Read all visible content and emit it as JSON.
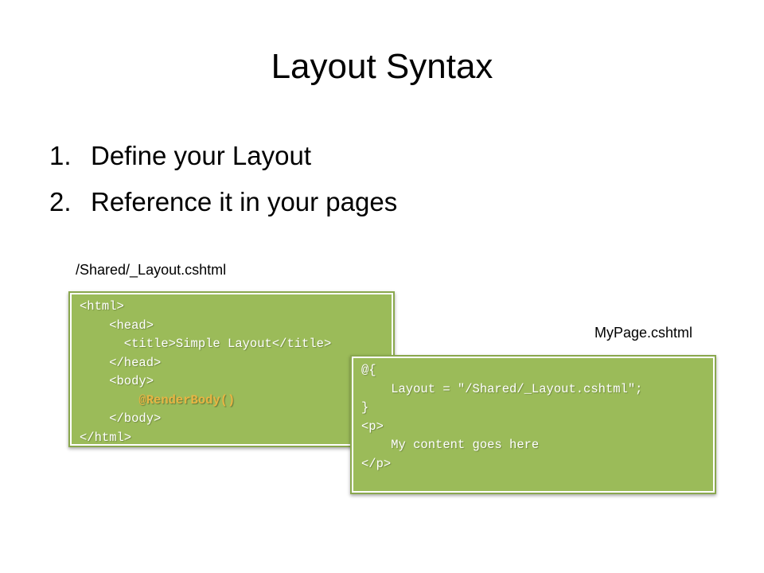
{
  "slide": {
    "title": "Layout Syntax",
    "bullets": [
      {
        "number": "1.",
        "text": "Define your Layout"
      },
      {
        "number": "2.",
        "text": "Reference it in your pages"
      }
    ]
  },
  "layout_file": {
    "label": "/Shared/_Layout.cshtml",
    "code_lines": [
      "<html>",
      "    <head>",
      "      <title>Simple Layout</title>",
      "    </head>",
      "    <body>",
      "        @RenderBody()",
      "    </body>",
      "</html>"
    ]
  },
  "page_file": {
    "label": "MyPage.cshtml",
    "code_lines": [
      "@{",
      "    Layout = \"/Shared/_Layout.cshtml\";",
      "}",
      "<p>",
      "    My content goes here",
      "</p>"
    ]
  },
  "colors": {
    "code_box_background": "#9bbb59",
    "code_text": "#ffffff",
    "highlight_text": "#e8b443"
  }
}
